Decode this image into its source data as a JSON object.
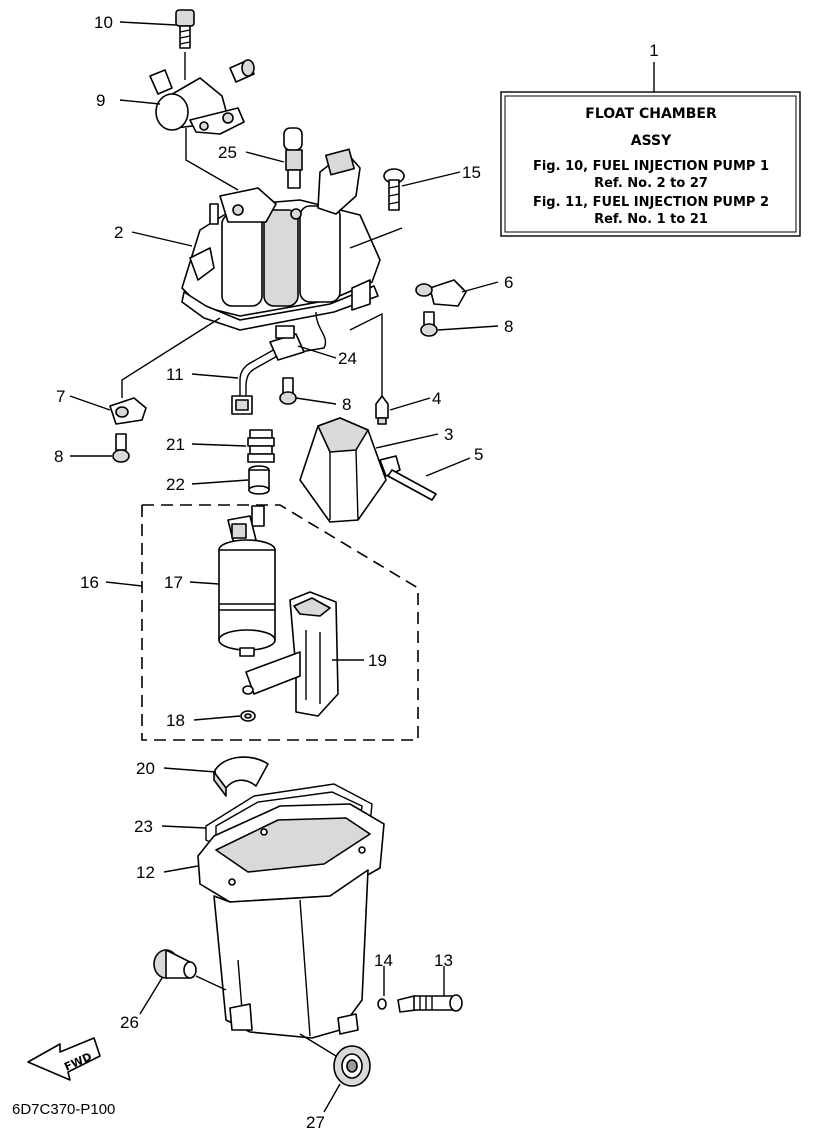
{
  "info_box": {
    "ref_number": "1",
    "title_line1": "FLOAT CHAMBER",
    "title_line2": "ASSY",
    "fig10": "Fig. 10, FUEL INJECTION PUMP 1",
    "fig10_ref": "Ref. No. 2 to 27",
    "fig11": "Fig. 11, FUEL INJECTION PUMP 2",
    "fig11_ref": "Ref. No. 1 to 21"
  },
  "callouts": {
    "c2": "2",
    "c3": "3",
    "c4": "4",
    "c5": "5",
    "c6": "6",
    "c7": "7",
    "c8a": "8",
    "c8b": "8",
    "c8c": "8",
    "c9": "9",
    "c10": "10",
    "c11": "11",
    "c12": "12",
    "c13": "13",
    "c14": "14",
    "c15": "15",
    "c16": "16",
    "c17": "17",
    "c18": "18",
    "c19": "19",
    "c20": "20",
    "c21": "21",
    "c22": "22",
    "c23": "23",
    "c24": "24",
    "c25": "25",
    "c26": "26",
    "c27": "27"
  },
  "fwd_label": "FWD",
  "diagram_code": "6D7C370-P100",
  "colors": {
    "line": "#000000",
    "background": "#ffffff",
    "shade": "#d9d9d9",
    "dark": "#9a9a9a"
  }
}
